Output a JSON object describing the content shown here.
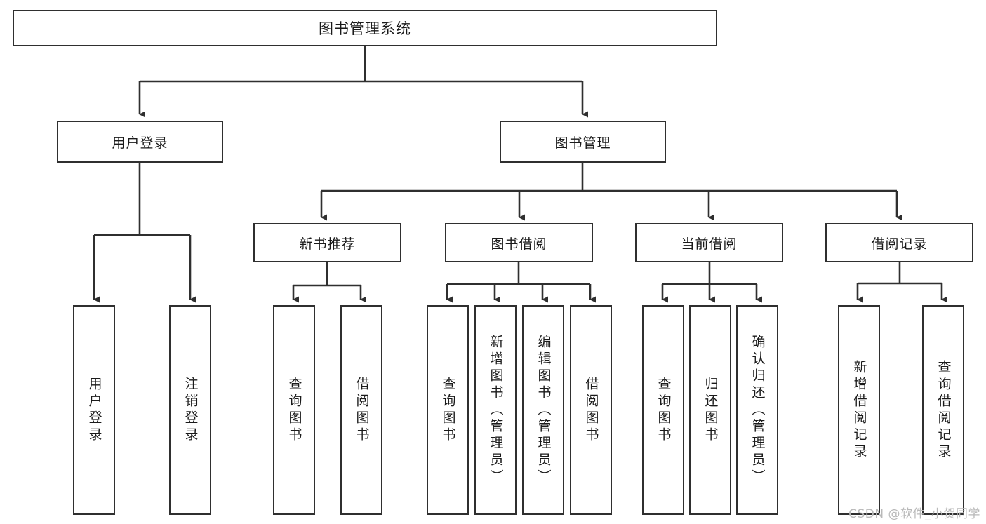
{
  "diagram": {
    "title": "图书管理系统",
    "root": {
      "label": "图书管理系统"
    },
    "level2": {
      "user_login": {
        "label": "用户登录"
      },
      "book_manage": {
        "label": "图书管理"
      }
    },
    "level3": {
      "new_book_rec": {
        "label": "新书推荐"
      },
      "book_borrow": {
        "label": "图书借阅"
      },
      "current_borrow": {
        "label": "当前借阅"
      },
      "borrow_record": {
        "label": "借阅记录"
      }
    },
    "leaves": {
      "user_login": [
        {
          "label": "用户登录"
        },
        {
          "label": "注销登录"
        }
      ],
      "new_book_rec": [
        {
          "label": "查询图书"
        },
        {
          "label": "借阅图书"
        }
      ],
      "book_borrow": [
        {
          "label": "查询图书"
        },
        {
          "label": "新增图书（管理员）"
        },
        {
          "label": "编辑图书（管理员）"
        },
        {
          "label": "借阅图书"
        }
      ],
      "current_borrow": [
        {
          "label": "查询图书"
        },
        {
          "label": "归还图书"
        },
        {
          "label": "确认归还（管理员）"
        }
      ],
      "borrow_record": [
        {
          "label": "新增借阅记录"
        },
        {
          "label": "查询借阅记录"
        }
      ]
    },
    "watermark": "CSDN @软件_小贺同学",
    "colors": {
      "stroke": "#2f2f2f",
      "fill": "#ffffff",
      "text": "#1a1a1a",
      "watermark": "#b9b9b9"
    }
  }
}
